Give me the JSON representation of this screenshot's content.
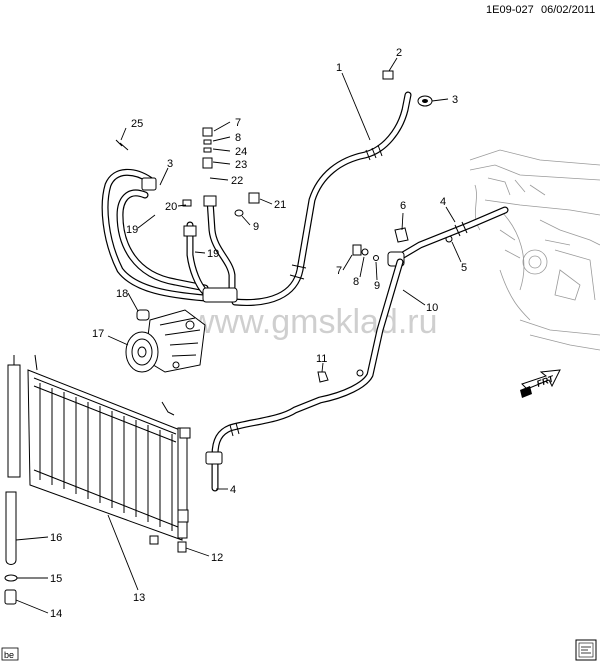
{
  "header": {
    "code": "1E09-027",
    "date": "06/02/2011"
  },
  "watermark": "www.gmsklad.ru",
  "direction_label": "FRT",
  "corner_left": "be",
  "corner_right_icon": "gm-logo-icon",
  "callouts": [
    {
      "id": "c1",
      "label": "1"
    },
    {
      "id": "c2",
      "label": "2"
    },
    {
      "id": "c3a",
      "label": "3"
    },
    {
      "id": "c3b",
      "label": "3"
    },
    {
      "id": "c4a",
      "label": "4"
    },
    {
      "id": "c4b",
      "label": "4"
    },
    {
      "id": "c5",
      "label": "5"
    },
    {
      "id": "c6",
      "label": "6"
    },
    {
      "id": "c7a",
      "label": "7"
    },
    {
      "id": "c7b",
      "label": "7"
    },
    {
      "id": "c8a",
      "label": "8"
    },
    {
      "id": "c8b",
      "label": "8"
    },
    {
      "id": "c9a",
      "label": "9"
    },
    {
      "id": "c9b",
      "label": "9"
    },
    {
      "id": "c10",
      "label": "10"
    },
    {
      "id": "c11",
      "label": "11"
    },
    {
      "id": "c12",
      "label": "12"
    },
    {
      "id": "c13",
      "label": "13"
    },
    {
      "id": "c14",
      "label": "14"
    },
    {
      "id": "c15",
      "label": "15"
    },
    {
      "id": "c16",
      "label": "16"
    },
    {
      "id": "c17",
      "label": "17"
    },
    {
      "id": "c18",
      "label": "18"
    },
    {
      "id": "c19a",
      "label": "19"
    },
    {
      "id": "c19b",
      "label": "19"
    },
    {
      "id": "c20",
      "label": "20"
    },
    {
      "id": "c21",
      "label": "21"
    },
    {
      "id": "c22",
      "label": "22"
    },
    {
      "id": "c23",
      "label": "23"
    },
    {
      "id": "c24",
      "label": "24"
    },
    {
      "id": "c25",
      "label": "25"
    }
  ]
}
